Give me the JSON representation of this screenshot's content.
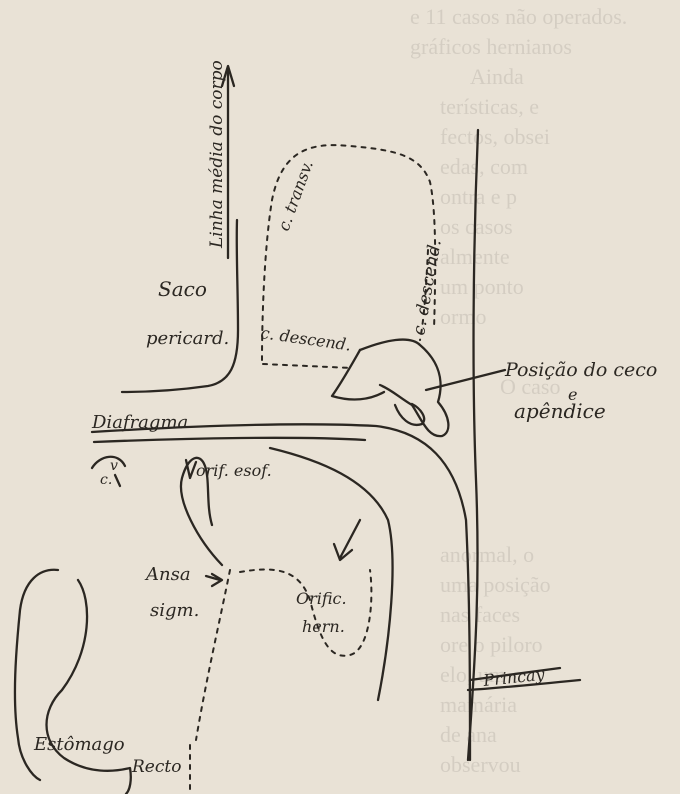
{
  "labels": {
    "midline": "Linha média do corpo",
    "saco": "Saco",
    "pericard": "pericard.",
    "c_transv": "c. transv.",
    "c_descend_upper": "c. descend.",
    "c_descend_lower": "c. descend.",
    "posicao_line1": "Posição do ceco",
    "posicao_line2": "e",
    "posicao_line3": "apêndice",
    "diafragma": "Diafragma",
    "vc_line1": "v",
    "vc_line2": "c.",
    "orif_esof": "orif. esof.",
    "ansa": "Ansa",
    "sigm": "sigm.",
    "orific_line1": "Orific.",
    "orific_line2": "hern.",
    "estomago": "Estômago",
    "recto": "Recto",
    "signature": "Princay"
  }
}
